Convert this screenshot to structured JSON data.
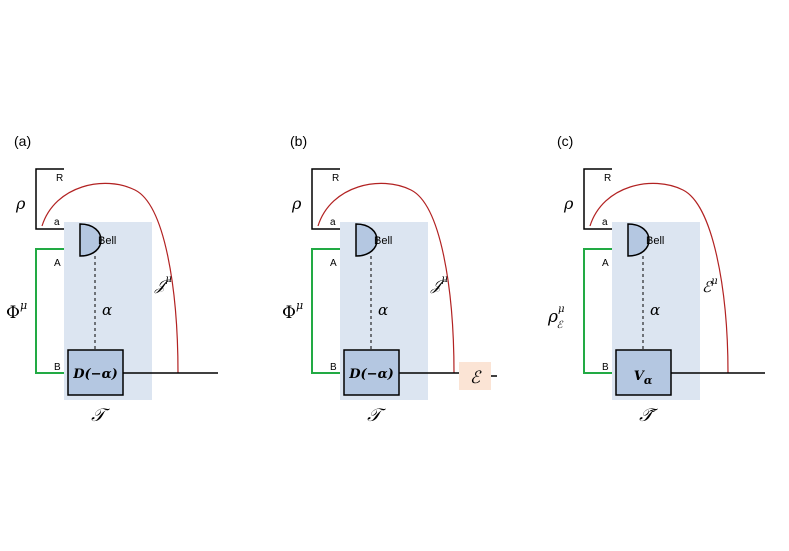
{
  "colors": {
    "shaded_box": "#dce5f1",
    "gate_fill": "#b4c7e1",
    "wire": "#000000",
    "resource_wire": "#22aa44",
    "choi_arc": "#b22222",
    "env_box": "#fbe4d5"
  },
  "panels": [
    {
      "label": "(a)",
      "state": "ρ",
      "port_R": "R",
      "port_a": "a",
      "port_A": "A",
      "port_B": "B",
      "measurement": "Bell",
      "outcome": "α",
      "resource": "Φ",
      "resource_sup": "μ",
      "gate": "D(−α)",
      "arc_label": "𝒥",
      "arc_sup": "μ",
      "channel": "𝒯"
    },
    {
      "label": "(b)",
      "state": "ρ",
      "port_R": "R",
      "port_a": "a",
      "port_A": "A",
      "port_B": "B",
      "measurement": "Bell",
      "outcome": "α",
      "resource": "Φ",
      "resource_sup": "μ",
      "gate": "D(−α)",
      "arc_label": "𝒥",
      "arc_sup": "μ",
      "channel": "𝒯",
      "env": "ℰ"
    },
    {
      "label": "(c)",
      "state": "ρ",
      "port_R": "R",
      "port_a": "a",
      "port_A": "A",
      "port_B": "B",
      "measurement": "Bell",
      "outcome": "α",
      "resource": "ρ",
      "resource_sup": "μ",
      "resource_sub": "ℰ",
      "gate": "V",
      "gate_sub": "α",
      "arc_label": "ℰ",
      "arc_sup": "μ",
      "channel": "𝒯̃"
    }
  ]
}
